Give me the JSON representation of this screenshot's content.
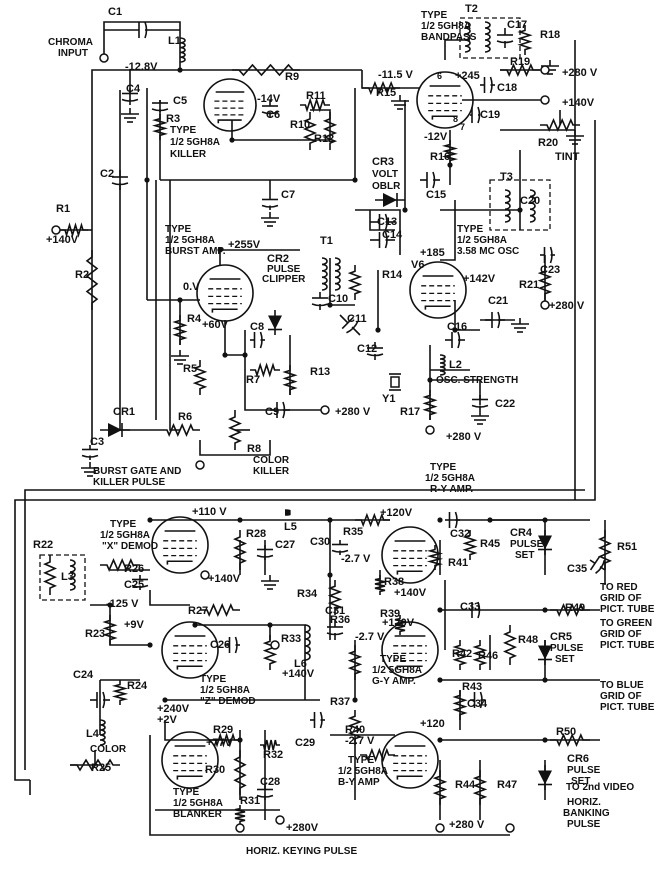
{
  "labels": [
    {
      "name": "c1-label",
      "text": "C1"
    },
    {
      "name": "chroma-input-label-1",
      "text": "CHROMA"
    },
    {
      "name": "chroma-input-label-2",
      "text": "INPUT"
    },
    {
      "name": "l1-label",
      "text": "L1"
    },
    {
      "name": "v-minus-12-8",
      "text": "-12.8V"
    },
    {
      "name": "c4-label",
      "text": "C4"
    },
    {
      "name": "c5-label",
      "text": "C5"
    },
    {
      "name": "r3-label",
      "text": "R3"
    },
    {
      "name": "r9-label",
      "text": "R9"
    },
    {
      "name": "v-minus-14",
      "text": "-14V"
    },
    {
      "name": "r11-label",
      "text": "R11"
    },
    {
      "name": "c6-label",
      "text": "C6"
    },
    {
      "name": "r10-label",
      "text": "R10"
    },
    {
      "name": "r12-label",
      "text": "R12"
    },
    {
      "name": "killer-type-1",
      "text": "TYPE"
    },
    {
      "name": "killer-type-2",
      "text": "1/2 5GH8A"
    },
    {
      "name": "killer-type-3",
      "text": "KILLER"
    },
    {
      "name": "c2-label",
      "text": "C2"
    },
    {
      "name": "c7-label",
      "text": "C7"
    },
    {
      "name": "r1-label",
      "text": "R1"
    },
    {
      "name": "plus140-left",
      "text": "+140V"
    },
    {
      "name": "r2-label",
      "text": "R2"
    },
    {
      "name": "burst-type-1",
      "text": "TYPE"
    },
    {
      "name": "burst-type-2",
      "text": "1/2 5GH8A"
    },
    {
      "name": "burst-type-3",
      "text": "BURST AMP."
    },
    {
      "name": "v255",
      "text": "+255V"
    },
    {
      "name": "cr2-label",
      "text": "CR2"
    },
    {
      "name": "pulse-label",
      "text": "PULSE"
    },
    {
      "name": "clipper-label",
      "text": "CLIPPER"
    },
    {
      "name": "t1-label",
      "text": "T1"
    },
    {
      "name": "c14-label",
      "text": "C14"
    },
    {
      "name": "c13-label",
      "text": "C13"
    },
    {
      "name": "r14-label",
      "text": "R14"
    },
    {
      "name": "c10-label",
      "text": "C10"
    },
    {
      "name": "c11-label",
      "text": "C11"
    },
    {
      "name": "c12-label",
      "text": "C12"
    },
    {
      "name": "y1-label",
      "text": "Y1"
    },
    {
      "name": "zero-v",
      "text": "0.V"
    },
    {
      "name": "plus60",
      "text": "+60V"
    },
    {
      "name": "r4-label",
      "text": "R4"
    },
    {
      "name": "c8-label",
      "text": "C8"
    },
    {
      "name": "r5-label",
      "text": "R5"
    },
    {
      "name": "r7-label",
      "text": "R7"
    },
    {
      "name": "r13-label",
      "text": "R13"
    },
    {
      "name": "c9-label",
      "text": "C9"
    },
    {
      "name": "plus280-c9",
      "text": "+280 V"
    },
    {
      "name": "cr1-label",
      "text": "CR1"
    },
    {
      "name": "r6-label",
      "text": "R6"
    },
    {
      "name": "c3-label",
      "text": "C3"
    },
    {
      "name": "r8-label",
      "text": "R8"
    },
    {
      "name": "color-killer-1",
      "text": "COLOR"
    },
    {
      "name": "color-killer-2",
      "text": "KILLER"
    },
    {
      "name": "burst-gate-1",
      "text": "BURST GATE AND"
    },
    {
      "name": "burst-gate-2",
      "text": "KILLER PULSE"
    },
    {
      "name": "bandpass-type-1",
      "text": "TYPE"
    },
    {
      "name": "bandpass-type-2",
      "text": "1/2 5GH8A"
    },
    {
      "name": "bandpass-type-3",
      "text": "BANDPASS"
    },
    {
      "name": "t2-label",
      "text": "T2"
    },
    {
      "name": "c17-label",
      "text": "C17"
    },
    {
      "name": "r18-label",
      "text": "R18"
    },
    {
      "name": "r19-label",
      "text": "R19"
    },
    {
      "name": "plus280-r19",
      "text": "+280 V"
    },
    {
      "name": "v-minus-11-5",
      "text": "-11.5 V"
    },
    {
      "name": "r15-label",
      "text": "R15"
    },
    {
      "name": "v245",
      "text": "+245"
    },
    {
      "name": "pin6-bp",
      "text": "6"
    },
    {
      "name": "pin7-bp",
      "text": "7"
    },
    {
      "name": "pin8-bp",
      "text": "8"
    },
    {
      "name": "c18-label",
      "text": "C18"
    },
    {
      "name": "plus140-bp",
      "text": "+140V"
    },
    {
      "name": "c19-label",
      "text": "C19"
    },
    {
      "name": "v-minus-12",
      "text": "-12V"
    },
    {
      "name": "r16-label",
      "text": "R16"
    },
    {
      "name": "r20-label",
      "text": "R20"
    },
    {
      "name": "tint-label",
      "text": "TINT"
    },
    {
      "name": "cr3-label",
      "text": "CR3"
    },
    {
      "name": "volt-label",
      "text": "VOLT"
    },
    {
      "name": "oblr-label",
      "text": "OBLR"
    },
    {
      "name": "c15-label",
      "text": "C15"
    },
    {
      "name": "t3-label",
      "text": "T3"
    },
    {
      "name": "c20-label",
      "text": "C20"
    },
    {
      "name": "osc-type-1",
      "text": "TYPE"
    },
    {
      "name": "osc-type-2",
      "text": "1/2 5GH8A"
    },
    {
      "name": "osc-type-3",
      "text": "3.58 MC OSC"
    },
    {
      "name": "v185",
      "text": "+185"
    },
    {
      "name": "v6-label",
      "text": "V6"
    },
    {
      "name": "c23-label",
      "text": "C23"
    },
    {
      "name": "r21-label",
      "text": "R21"
    },
    {
      "name": "plus280-r21",
      "text": "+280 V"
    },
    {
      "name": "v142",
      "text": "+142V"
    },
    {
      "name": "c21-label",
      "text": "C21"
    },
    {
      "name": "c16-label",
      "text": "C16"
    },
    {
      "name": "l2-label",
      "text": "L2"
    },
    {
      "name": "osc-strength",
      "text": "OSC. STRENGTH"
    },
    {
      "name": "r17-label",
      "text": "R17"
    },
    {
      "name": "c22-label",
      "text": "C22"
    },
    {
      "name": "plus280-r17",
      "text": "+280 V"
    },
    {
      "name": "x-demod-1",
      "text": "TYPE"
    },
    {
      "name": "x-demod-2",
      "text": "1/2 5GH8A"
    },
    {
      "name": "x-demod-3",
      "text": "\"X\" DEMOD"
    },
    {
      "name": "v110",
      "text": "+110 V"
    },
    {
      "name": "r28-label",
      "text": "R28"
    },
    {
      "name": "l5-label",
      "text": "L5"
    },
    {
      "name": "c27-label",
      "text": "C27"
    },
    {
      "name": "plus140-x",
      "text": "+140V"
    },
    {
      "name": "r22-label",
      "text": "R22"
    },
    {
      "name": "l3-label",
      "text": "L3"
    },
    {
      "name": "r26-label",
      "text": "R26"
    },
    {
      "name": "c25-label",
      "text": "C25"
    },
    {
      "name": "v-minus-125",
      "text": "-125 V"
    },
    {
      "name": "r27-label",
      "text": "R27"
    },
    {
      "name": "r23-label",
      "text": "R23"
    },
    {
      "name": "plus9",
      "text": "+9V"
    },
    {
      "name": "c26-label",
      "text": "C26"
    },
    {
      "name": "r33-label",
      "text": "R33"
    },
    {
      "name": "plus140-z",
      "text": "+140V"
    },
    {
      "name": "l6-label",
      "text": "L6"
    },
    {
      "name": "c24-label",
      "text": "C24"
    },
    {
      "name": "r24-label",
      "text": "R24"
    },
    {
      "name": "z-demod-1",
      "text": "TYPE"
    },
    {
      "name": "z-demod-2",
      "text": "1/2 5GH8A"
    },
    {
      "name": "z-demod-3",
      "text": "\"Z\" DEMOD"
    },
    {
      "name": "l4-label",
      "text": "L4"
    },
    {
      "name": "color-label",
      "text": "COLOR"
    },
    {
      "name": "r25-label",
      "text": "R25"
    },
    {
      "name": "v240",
      "text": "+240V"
    },
    {
      "name": "plus2",
      "text": "+2V"
    },
    {
      "name": "r29-label",
      "text": "R29"
    },
    {
      "name": "v77",
      "text": "+77V"
    },
    {
      "name": "r30-label",
      "text": "R30"
    },
    {
      "name": "r32-label",
      "text": "R32"
    },
    {
      "name": "c28-label",
      "text": "C28"
    },
    {
      "name": "r31-label",
      "text": "R31"
    },
    {
      "name": "blanker-1",
      "text": "TYPE"
    },
    {
      "name": "blanker-2",
      "text": "1/2 5GH8A"
    },
    {
      "name": "blanker-3",
      "text": "BLANKER"
    },
    {
      "name": "plus280-bottom",
      "text": "+280V"
    },
    {
      "name": "horiz-keying",
      "text": "HORIZ. KEYING PULSE"
    },
    {
      "name": "r35-label",
      "text": "R35"
    },
    {
      "name": "c30-label",
      "text": "C30"
    },
    {
      "name": "v120-ry",
      "text": "+120V"
    },
    {
      "name": "ry-type-1",
      "text": "TYPE"
    },
    {
      "name": "ry-type-2",
      "text": "1/2 5GH8A"
    },
    {
      "name": "ry-type-3",
      "text": "R-Y AMP."
    },
    {
      "name": "v-minus-2-7-a",
      "text": "-2.7 V"
    },
    {
      "name": "r34-label",
      "text": "R34"
    },
    {
      "name": "r38-label",
      "text": "R38"
    },
    {
      "name": "plus140-ry",
      "text": "+140V"
    },
    {
      "name": "c32-label",
      "text": "C32"
    },
    {
      "name": "r45-label",
      "text": "R45"
    },
    {
      "name": "r41-label",
      "text": "R41"
    },
    {
      "name": "cr4-label",
      "text": "CR4"
    },
    {
      "name": "cr4-pulse",
      "text": "PULSE"
    },
    {
      "name": "cr4-set",
      "text": "SET"
    },
    {
      "name": "r51-label",
      "text": "R51"
    },
    {
      "name": "c35-label",
      "text": "C35"
    },
    {
      "name": "to-red-1",
      "text": "TO RED"
    },
    {
      "name": "to-red-2",
      "text": "GRID OF"
    },
    {
      "name": "to-red-3",
      "text": "PICT. TUBE"
    },
    {
      "name": "c31-label",
      "text": "C31"
    },
    {
      "name": "r39-label",
      "text": "R39"
    },
    {
      "name": "v120-gy",
      "text": "+120V"
    },
    {
      "name": "c33-label",
      "text": "C33"
    },
    {
      "name": "r49-label",
      "text": "R49"
    },
    {
      "name": "to-green-1",
      "text": "TO GREEN"
    },
    {
      "name": "to-green-2",
      "text": "GRID OF"
    },
    {
      "name": "to-green-3",
      "text": "PICT. TUBE"
    },
    {
      "name": "r36-label",
      "text": "R36"
    },
    {
      "name": "v-minus-2-7-b",
      "text": "-2.7 V"
    },
    {
      "name": "r42-label",
      "text": "R42"
    },
    {
      "name": "r46-label",
      "text": "R46"
    },
    {
      "name": "r48-label",
      "text": "R48"
    },
    {
      "name": "cr5-label",
      "text": "CR5"
    },
    {
      "name": "cr5-pulse",
      "text": "PULSE"
    },
    {
      "name": "cr5-set",
      "text": "SET"
    },
    {
      "name": "gy-type-1",
      "text": "TYPE"
    },
    {
      "name": "gy-type-2",
      "text": "1/2 5GH8A"
    },
    {
      "name": "gy-type-3",
      "text": "G-Y AMP."
    },
    {
      "name": "r43-label",
      "text": "R43"
    },
    {
      "name": "c34-label",
      "text": "C34"
    },
    {
      "name": "to-blue-1",
      "text": "TO BLUE"
    },
    {
      "name": "to-blue-2",
      "text": "GRID OF"
    },
    {
      "name": "to-blue-3",
      "text": "PICT. TUBE"
    },
    {
      "name": "r37-label",
      "text": "R37"
    },
    {
      "name": "r40-label",
      "text": "R40"
    },
    {
      "name": "v120-by",
      "text": "+120"
    },
    {
      "name": "v-minus-2-7-c",
      "text": "-2.7 V"
    },
    {
      "name": "r50-label",
      "text": "R50"
    },
    {
      "name": "c29-label",
      "text": "C29"
    },
    {
      "name": "by-type-1",
      "text": "TYPE"
    },
    {
      "name": "by-type-2",
      "text": "1/2 5GH8A"
    },
    {
      "name": "by-type-3",
      "text": "B-Y AMP"
    },
    {
      "name": "r44-label",
      "text": "R44"
    },
    {
      "name": "r47-label",
      "text": "R47"
    },
    {
      "name": "cr6-label",
      "text": "CR6"
    },
    {
      "name": "cr6-pulse",
      "text": "PULSE"
    },
    {
      "name": "cr6-set",
      "text": "SET"
    },
    {
      "name": "to-video",
      "text": "TO 2nd VIDEO"
    },
    {
      "name": "plus280-by",
      "text": "+280 V"
    },
    {
      "name": "horiz-blanking-1",
      "text": "HORIZ."
    },
    {
      "name": "horiz-blanking-2",
      "text": "BANKING"
    },
    {
      "name": "horiz-blanking-3",
      "text": "PULSE"
    }
  ]
}
